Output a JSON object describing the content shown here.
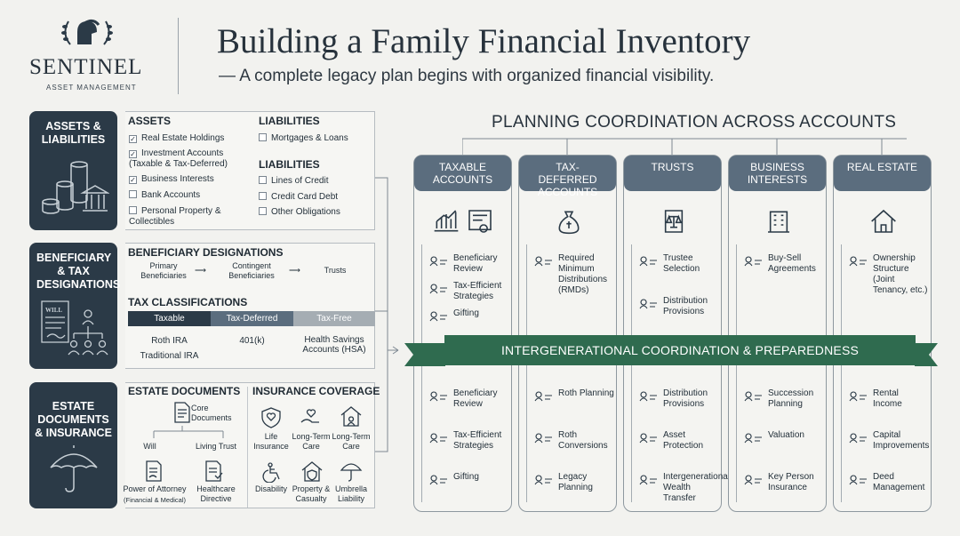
{
  "brand": {
    "name": "SENTINEL",
    "sub": "ASSET MANAGEMENT"
  },
  "header": {
    "title": "Building a Family Financial Inventory",
    "subtitle": "— A complete legacy plan begins with organized financial visibility."
  },
  "left": {
    "tab1": "ASSETS & LIABILITIES",
    "tab2": "BENEFICIARY & TAX DESIGNATIONS",
    "tab3": "ESTATE DOCUMENTS & INSURANCE",
    "assets_title": "ASSETS",
    "assets": [
      {
        "label": "Real Estate Holdings",
        "checked": true
      },
      {
        "label": "Investment Accounts (Taxable & Tax-Deferred)",
        "checked": true
      },
      {
        "label": "Business Interests",
        "checked": true
      },
      {
        "label": "Bank Accounts",
        "checked": false
      },
      {
        "label": "Personal Property & Collectibles",
        "checked": false
      }
    ],
    "liab1_title": "LIABILITIES",
    "liab1": [
      "Mortgages & Loans"
    ],
    "liab2_title": "LIABILITIES",
    "liab2": [
      "Lines of Credit",
      "Credit Card Debt",
      "Other Obligations"
    ],
    "will_label": "WILL",
    "beneficiary_title": "BENEFICIARY DESIGNATIONS",
    "beneficiary_flow": [
      "Primary Beneficiaries",
      "Contingent Beneficiaries",
      "Trusts"
    ],
    "tax_title": "TAX CLASSIFICATIONS",
    "tax_heads": [
      "Taxable",
      "Tax-Deferred",
      "Tax-Free"
    ],
    "tax_taxable": [
      "Roth IRA",
      "Traditional IRA"
    ],
    "tax_deferred": [
      "401(k)"
    ],
    "tax_free": [
      "Health Savings Accounts (HSA)"
    ],
    "estate_title": "ESTATE DOCUMENTS",
    "estate_core": "Core Documents",
    "estate_will": "Will",
    "estate_trust": "Living Trust",
    "estate_poa": "Power of Attorney",
    "estate_poa_sub": "(Financial & Medical)",
    "estate_hcd": "Healthcare Directive",
    "insurance_title": "INSURANCE COVERAGE",
    "insurance": [
      "Life Insurance",
      "Long-Term Care",
      "Long-Term Care",
      "Disability",
      "Property & Casualty",
      "Umbrella Liability"
    ]
  },
  "planning": {
    "title": "PLANNING COORDINATION ACROSS ACCOUNTS",
    "ribbon": "INTERGENERATIONAL COORDINATION & PREPAREDNESS",
    "columns": [
      {
        "head": "TAXABLE ACCOUNTS",
        "top": [
          "Beneficiary Review",
          "Tax-Efficient Strategies",
          "Gifting"
        ],
        "bottom": [
          "Beneficiary Review",
          "Tax-Efficient Strategies",
          "Gifting"
        ]
      },
      {
        "head": "TAX-DEFERRED ACCOUNTS",
        "top": [
          "Required Minimum Distributions (RMDs)"
        ],
        "bottom": [
          "Roth Planning",
          "Roth Conversions",
          "Legacy Planning"
        ]
      },
      {
        "head": "TRUSTS",
        "top": [
          "Trustee Selection",
          "Distribution Provisions"
        ],
        "bottom": [
          "Distribution Provisions",
          "Asset Protection",
          "Intergenerational Wealth Transfer"
        ]
      },
      {
        "head": "BUSINESS INTERESTS",
        "top": [
          "Buy-Sell Agreements"
        ],
        "bottom": [
          "Succession Planning",
          "Valuation",
          "Key Person Insurance"
        ]
      },
      {
        "head": "REAL ESTATE",
        "top": [
          "Ownership Structure (Joint Tenancy, etc.)"
        ],
        "bottom": [
          "Rental Income",
          "Capital Improvements",
          "Deed Management"
        ]
      }
    ]
  },
  "colors": {
    "navy": "#2b3a47",
    "slate": "#5a6c7d",
    "green": "#2f6b4f"
  }
}
